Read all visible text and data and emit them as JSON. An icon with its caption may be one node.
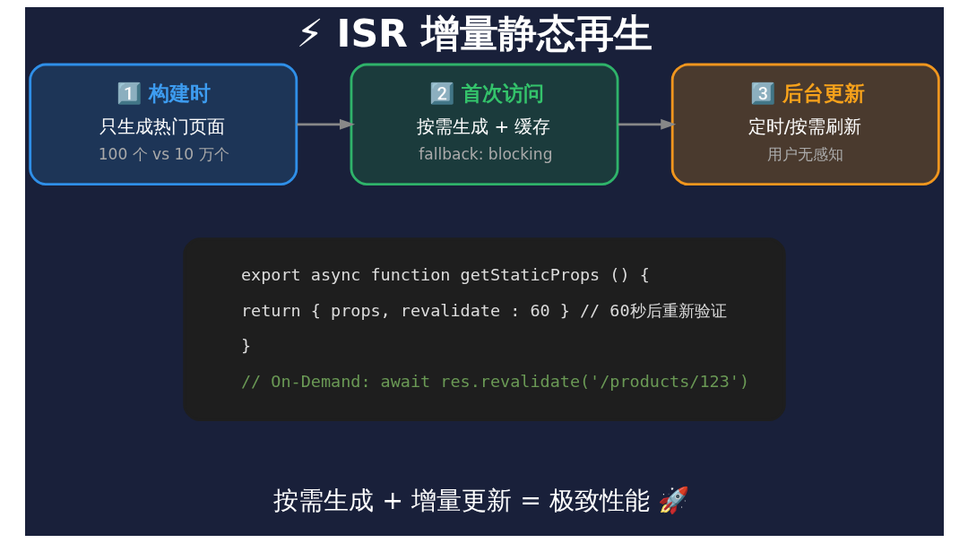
{
  "diagram": {
    "title": "⚡ ISR 增量静态再生",
    "nodes": [
      {
        "text": [
          "1️⃣ 构建时",
          "只生成热门页面",
          "100 个 vs 10 万个"
        ]
      },
      {
        "text": [
          "2️⃣ 首次访问",
          "按需生成 + 缓存",
          "fallback: blocking"
        ]
      },
      {
        "text": [
          "3️⃣ 后台更新",
          "定时/按需刷新",
          "用户无感知"
        ]
      },
      {
        "text": [
          "export async function getStaticProps () {",
          "return { props, revalidate : 60 } // 60秒后重新验证",
          "}",
          "// On-Demand: await res.revalidate('/products/123')"
        ]
      }
    ],
    "edges": [
      {
        "from": 0,
        "to": 1,
        "arrow": "to"
      },
      {
        "from": 1,
        "to": 2,
        "arrow": "to"
      }
    ],
    "caption": "按需生成 + 增量更新 = 极致性能 🚀"
  }
}
